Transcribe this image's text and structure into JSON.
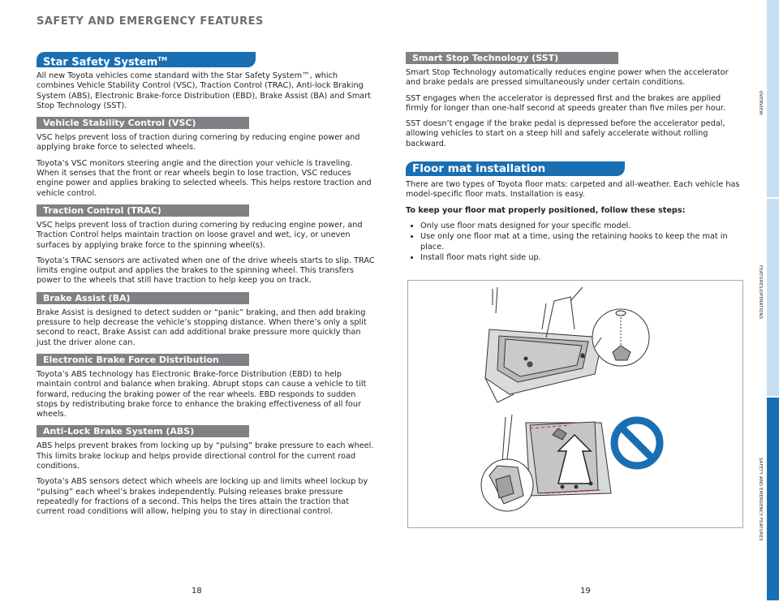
{
  "header": {
    "title": "SAFETY AND EMERGENCY FEATURES"
  },
  "left": {
    "star_title": "Star Safety System",
    "star_tm": "TM",
    "star_p": "All new Toyota vehicles come standard with the Star Safety System™, which combines Vehicle Stability Control (VSC), Traction Control (TRAC), Anti-lock Braking System (ABS), Electronic Brake-force Distribution (EBD), Brake Assist (BA) and Smart Stop Technology (SST).",
    "vsc_title": "Vehicle Stability Control (VSC)",
    "vsc_p1": "VSC helps prevent loss of traction during cornering by reducing engine power and applying brake force to selected wheels.",
    "vsc_p2": "Toyota’s VSC monitors steering angle and the direction your vehicle is traveling. When it senses that the front or rear wheels begin to lose traction, VSC reduces engine power and applies braking to selected wheels. This helps restore traction and vehicle control.",
    "trac_title": "Traction Control (TRAC)",
    "trac_p1": "VSC helps prevent loss of traction during cornering by reducing engine power, and Traction Control helps maintain traction on loose gravel and wet, icy, or uneven surfaces by applying brake force to the spinning wheel(s).",
    "trac_p2": "Toyota’s TRAC sensors are activated when one of the drive wheels starts to slip. TRAC limits engine output and applies the brakes to the spinning wheel. This transfers power to the wheels that still have traction to help keep you on track.",
    "ba_title": "Brake Assist (BA)",
    "ba_p": "Brake Assist is designed to detect sudden or “panic” braking, and then add braking pressure to help decrease the vehicle’s stopping distance. When there’s only a split second to react, Brake Assist can add additional brake pressure more quickly than just the driver alone can.",
    "ebd_title": "Electronic Brake Force Distribution (EBD)",
    "ebd_p": "Toyota’s ABS technology has Electronic Brake-force Distribution (EBD) to help maintain control and balance when braking. Abrupt stops can cause a vehicle to tilt forward, reducing the braking power of the rear wheels. EBD responds to sudden stops by redistributing brake force to enhance the braking effectiveness of all four wheels.",
    "abs_title": "Anti-Lock Brake System (ABS)",
    "abs_p1": "ABS helps prevent brakes from locking up by “pulsing” brake pressure to each wheel. This limits brake lockup and helps provide directional control for the current road conditions.",
    "abs_p2": "Toyota’s ABS sensors detect which wheels are locking up and limits wheel lockup by “pulsing” each wheel’s brakes independently. Pulsing releases brake pressure repeatedly for fractions of a second. This helps the tires attain the traction that current road conditions will allow, helping you to stay in directional control."
  },
  "right": {
    "sst_title": "Smart Stop Technology (SST)",
    "sst_p1": "Smart Stop Technology automatically reduces engine power when the accelerator and brake pedals are pressed simultaneously under certain conditions.",
    "sst_p2": "SST engages when the accelerator is depressed first and the brakes are applied firmly for longer than one-half second at speeds greater than five miles per hour.",
    "sst_p3": "SST doesn’t engage if the brake pedal is depressed before the accelerator pedal, allowing vehicles to start on a steep hill and safely accelerate without rolling backward.",
    "mat_title": "Floor mat installation",
    "mat_p": "There are two types of Toyota floor mats: carpeted and all-weather. Each vehicle has model-specific floor mats. Installation is easy.",
    "mat_steps_title": "To keep your floor mat properly positioned, follow these steps:",
    "mat_steps": [
      "Only use floor mats designed for your specific model.",
      "Use only one floor mat at a time, using the retaining hooks to keep the mat in place.",
      "Install floor mats right side up."
    ]
  },
  "pages": {
    "left": "18",
    "right": "19"
  },
  "side_tabs": {
    "overview": "OVERVIEW",
    "features": "FEATURES/OPERATIONS",
    "safety": "SAFETY AND EMERGENCY FEATURES"
  },
  "colors": {
    "accent": "#1a6fb3",
    "subheader": "#7f8184",
    "tab_light": "#c7dff1",
    "prohibit": "#1a6fb3"
  }
}
